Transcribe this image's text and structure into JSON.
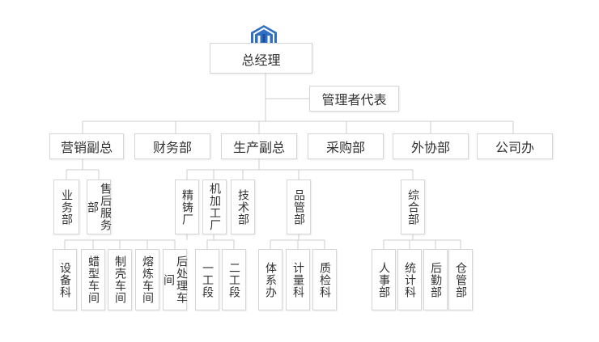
{
  "colors": {
    "logo": "#2f6fc4",
    "logo_dark": "#1d4f9c",
    "line": "#cccccc",
    "border": "#d6d6d6"
  },
  "logo_icon": "company-logo-icon",
  "root": "总经理",
  "management_rep": "管理者代表",
  "departments": {
    "marketing": "营销副总",
    "finance": "财务部",
    "production": "生产副总",
    "purchasing": "采购部",
    "outsourcing": "外协部",
    "office": "公司办"
  },
  "marketing_subs": {
    "business": "业务部",
    "after_sales": "售后服务部"
  },
  "production_subs": {
    "casting": "精铸厂",
    "machining": "机加工厂",
    "technology": "技术部",
    "quality": "品管部",
    "general": "综合部"
  },
  "casting_subs": {
    "equipment": "设备科",
    "wax": "蜡型车间",
    "shell": "制壳车间",
    "melting": "熔炼车间",
    "post": "后处理车间"
  },
  "machining_subs": {
    "section1": "一工段",
    "section2": "二工段"
  },
  "quality_subs": {
    "system": "体系办",
    "metrology": "计量科",
    "inspection": "质检科"
  },
  "general_subs": {
    "hr": "人事部",
    "stats": "统计科",
    "logistics": "后勤部",
    "warehouse": "仓管部"
  }
}
